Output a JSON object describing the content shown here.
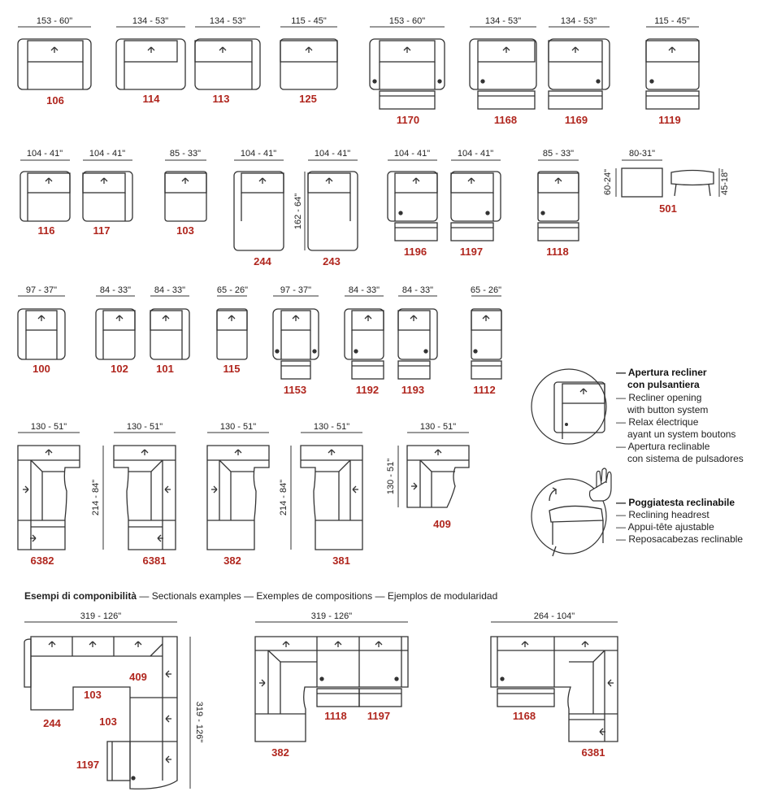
{
  "row1": {
    "dims": [
      "153 - 60\"",
      "134 - 53\"",
      "134 - 53\"",
      "115 - 45\"",
      "153 - 60\"",
      "134 - 53\"",
      "134 - 53\"",
      "115 - 45\""
    ],
    "codes": [
      "106",
      "114",
      "113",
      "125",
      "1170",
      "1168",
      "1169",
      "1119"
    ]
  },
  "row2": {
    "dims": [
      "104 - 41\"",
      "104 - 41\"",
      "85 - 33\"",
      "104 - 41\"",
      "104 - 41\"",
      "104 - 41\"",
      "104 - 41\"",
      "85 - 33\"",
      "80-31\""
    ],
    "codes": [
      "116",
      "117",
      "103",
      "244",
      "243",
      "1196",
      "1197",
      "1118",
      "501"
    ],
    "chaise_depth": "162 - 64\"",
    "ottoman_depth": "60-24\"",
    "ottoman_height": "45-18\""
  },
  "row3": {
    "dims": [
      "97 - 37\"",
      "84 - 33\"",
      "84 - 33\"",
      "65 - 26\"",
      "97 - 37\"",
      "84 - 33\"",
      "84 - 33\"",
      "65 - 26\""
    ],
    "codes": [
      "100",
      "102",
      "101",
      "115",
      "1153",
      "1192",
      "1193",
      "1112"
    ]
  },
  "row4": {
    "dims": [
      "130 - 51\"",
      "130 - 51\"",
      "130 - 51\"",
      "130 - 51\"",
      "130 - 51\""
    ],
    "codes": [
      "6382",
      "6381",
      "382",
      "381",
      "409"
    ],
    "depth_a": "214 - 84\"",
    "depth_b": "214 - 84\"",
    "depth_c": "130 - 51\""
  },
  "legend": {
    "recliner": {
      "title1": "— Apertura recliner",
      "title2": "con pulsantiera",
      "items": [
        "— Recliner opening",
        "with button system",
        "— Relax électrique",
        "ayant un system boutons",
        "— Apertura reclinable",
        "con sistema de pulsadores"
      ]
    },
    "headrest": {
      "title": "— Poggiatesta reclinabile",
      "items": [
        "— Reclining headrest",
        "— Appui-tête ajustable",
        "— Reposacabezas reclinable"
      ]
    }
  },
  "examples": {
    "heading_bold": "Esempi di componibilità",
    "heading_rest": " — Sectionals examples — Exemples de compositions — Ejemplos de modularidad",
    "ex1": {
      "width": "319 - 126\"",
      "depth": "319 - 126\"",
      "codes": [
        "244",
        "103",
        "409",
        "103",
        "1197"
      ]
    },
    "ex2": {
      "width": "319 - 126\"",
      "codes": [
        "382",
        "1118",
        "1197"
      ]
    },
    "ex3": {
      "width": "264 - 104\"",
      "codes": [
        "1168",
        "6381"
      ]
    }
  }
}
